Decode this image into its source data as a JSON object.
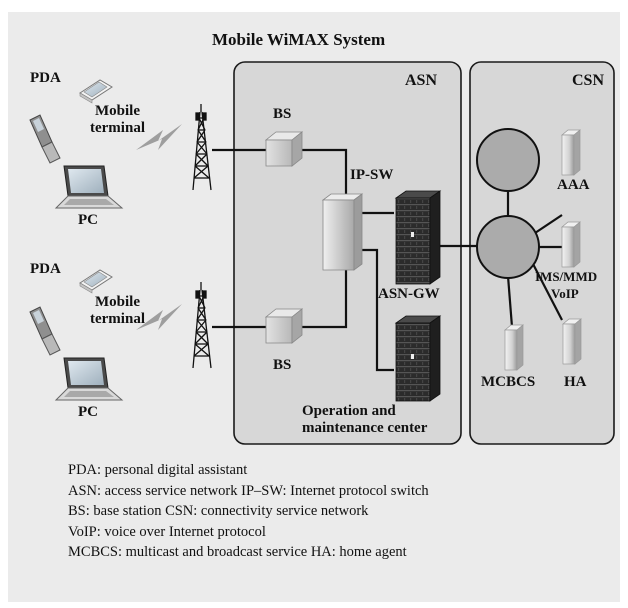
{
  "title": "Mobile WiMAX System",
  "regions": {
    "asn": "ASN",
    "csn": "CSN"
  },
  "devices": {
    "top": {
      "pda": "PDA",
      "mobile": "Mobile\nterminal",
      "pc": "PC"
    },
    "bottom": {
      "pda": "PDA",
      "mobile": "Mobile\nterminal",
      "pc": "PC"
    }
  },
  "asn_nodes": {
    "bs_top": "BS",
    "bs_bottom": "BS",
    "ip_sw": "IP-SW",
    "asn_gw": "ASN-GW",
    "omc": "Operation and\nmaintenance center"
  },
  "csn_nodes": {
    "aaa": "AAA",
    "ims": "IMS/MMD",
    "voip": "VoIP",
    "mcbcs": "MCBCS",
    "ha": "HA"
  },
  "legend": [
    "PDA: personal digital assistant",
    "ASN: access service network  IP–SW: Internet protocol switch",
    "BS: base station  CSN: connectivity service network",
    "VoIP: voice over Internet protocol",
    "MCBCS: multicast and broadcast service  HA: home agent"
  ],
  "colors": {
    "panel_bg": "#ebebeb",
    "region_fill": "#d7d7d7",
    "outline": "#1a1a1a",
    "lightning": "#9e9e9e"
  }
}
